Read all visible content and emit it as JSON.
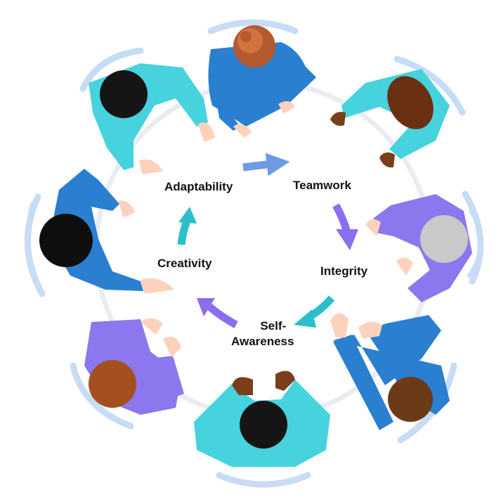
{
  "cycle": {
    "values": [
      "Teamwork",
      "Integrity",
      "Self-Awareness",
      "Creativity",
      "Adaptability"
    ],
    "labels": {
      "adaptability": "Adaptability",
      "teamwork": "Teamwork",
      "integrity": "Integrity",
      "creativity": "Creativity",
      "self_line1": "Self-",
      "self_line2": "Awareness"
    },
    "arrow_colors": {
      "teamwork_to_integrity": "#8b6ef0",
      "adaptability_to_teamwork": "#6f9be3",
      "integrity_to_self": "#2cbfcb",
      "self_to_creativity": "#8b6ef0",
      "creativity_to_adaptability": "#2cbfcb"
    }
  },
  "colors": {
    "table_rim": "#e9edf2",
    "chair": "#c7dcf5",
    "shirt_cyan": "#46d3de",
    "shirt_blue": "#2a7fd0",
    "shirt_purple": "#8c77ee",
    "skin_light": "#fcd2bd",
    "skin_dark": "#7a3f1a"
  }
}
